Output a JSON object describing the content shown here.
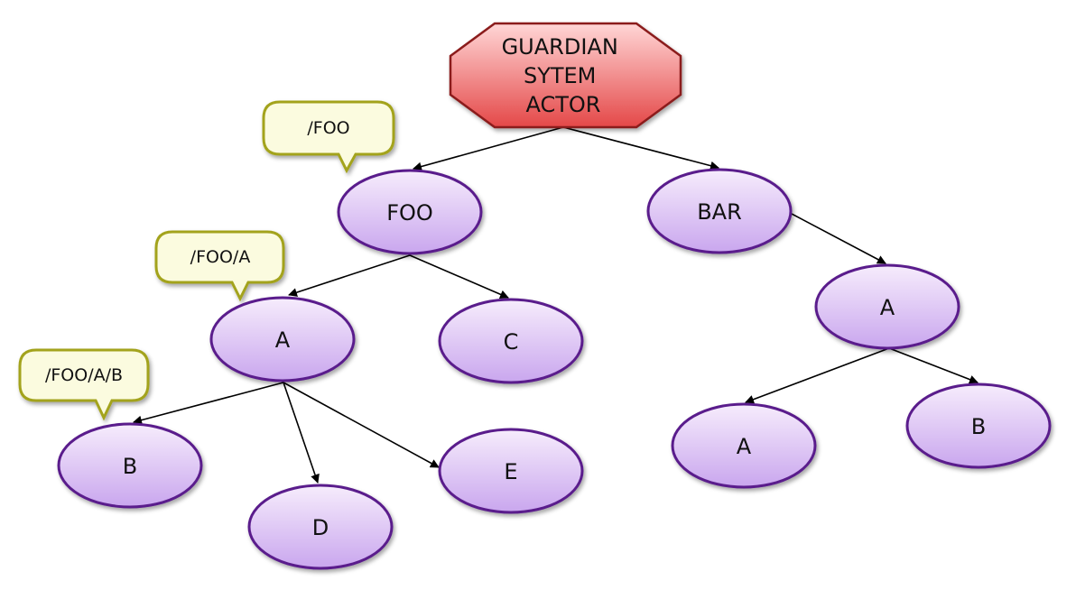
{
  "root": {
    "lines": [
      "GUARDIAN",
      "SYTEM",
      "ACTOR"
    ]
  },
  "nodes": {
    "foo": "FOO",
    "bar": "BAR",
    "foo_a": "A",
    "foo_c": "C",
    "foo_a_b": "B",
    "foo_a_d": "D",
    "foo_a_e": "E",
    "bar_a": "A",
    "bar_a_a": "A",
    "bar_a_b": "B"
  },
  "callouts": {
    "foo": "/FOO",
    "foo_a": "/FOO/A",
    "foo_a_b": "/FOO/A/B"
  },
  "colors": {
    "node_fill_top": "#f6ecfc",
    "node_fill_bottom": "#c9a6ee",
    "node_stroke": "#5a1e8c",
    "root_fill_top": "#ffd2d2",
    "root_fill_bottom": "#e84a4a",
    "root_stroke": "#8b1a1a",
    "callout_fill": "#fbfbdf",
    "callout_stroke": "#a3a31c",
    "edge": "#000000"
  }
}
